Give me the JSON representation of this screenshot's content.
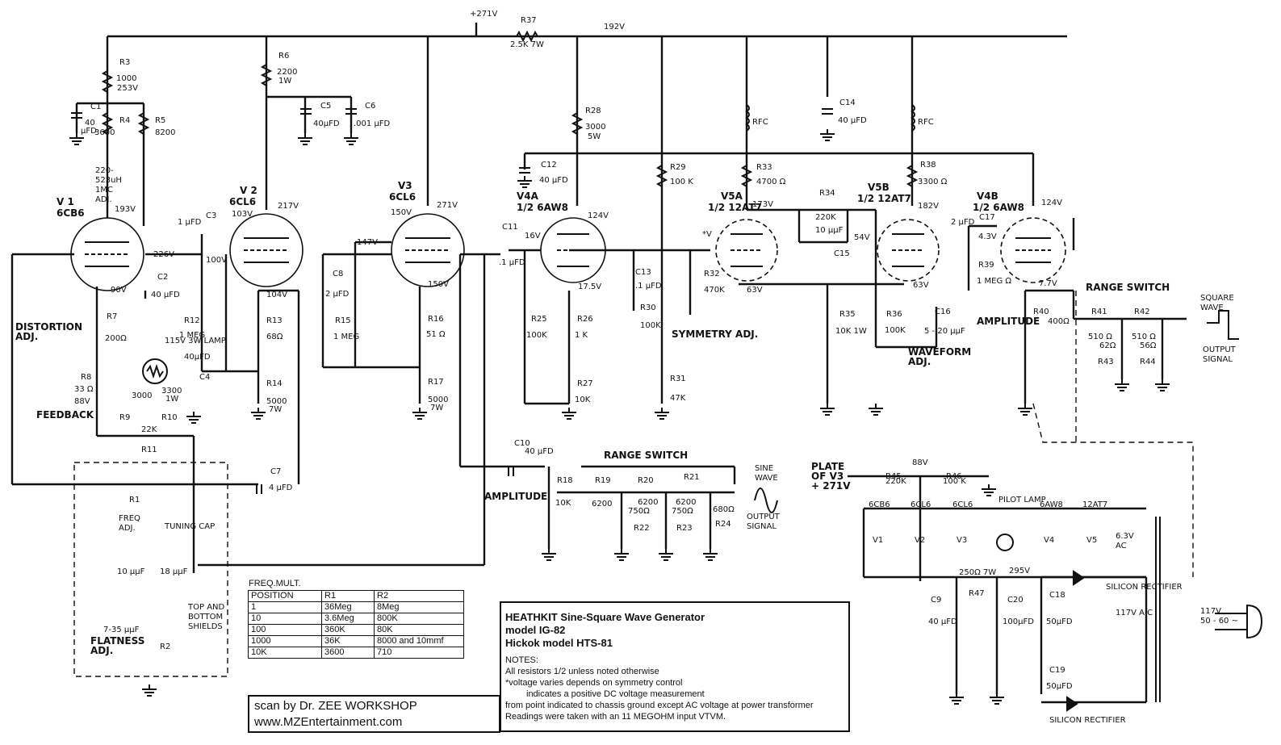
{
  "labels": {
    "v1_name": "V 1",
    "v1_type": "6CB6",
    "v2_name": "V 2",
    "v2_type": "6CL6",
    "v3_name": "V3",
    "v3_type": "6CL6",
    "v4a_name": "V4A",
    "v4a_type": "1/2  6AW8",
    "v5a_name": "V5A",
    "v5a_type": "1/2 12AT7",
    "v5b_name": "V5B",
    "v5b_type": "1/2 12AT7",
    "v4b_name": "V4B",
    "v4b_type": "1/2  6AW8",
    "r3": "R3",
    "r3_val": "1000",
    "r4": "R4",
    "r4_val": "3600",
    "r5": "R5",
    "r5_val": "8200",
    "r6": "R6",
    "r6_val": "2200",
    "r6_w": "1W",
    "r7": "R7",
    "r7_val": "200Ω",
    "r8": "R8",
    "r8_val": "33 Ω",
    "r9": "R9",
    "r9_val": "3000",
    "r10": "R10",
    "r10_val": "3300",
    "r10_w": "1W",
    "r11": "R11",
    "r11_val": "22K",
    "r12": "R12",
    "r12_val": "1 MEG",
    "r13": "R13",
    "r13_val": "68Ω",
    "r14": "R14",
    "r14_val": "5000",
    "r14_w": "7W",
    "r15": "R15",
    "r15_val": "1 MEG",
    "r16": "R16",
    "r16_val": "51 Ω",
    "r17": "R17",
    "r17_val": "5000",
    "r17_w": "7W",
    "r25": "R25",
    "r25_val": "100K",
    "r26": "R26",
    "r26_val": "1 K",
    "r27": "R27",
    "r27_val": "10K",
    "r28": "R28",
    "r28_val": "3000",
    "r28_w": "5W",
    "r29": "R29",
    "r29_val": "100 K",
    "r30": "R30",
    "r30_val": "100K",
    "r31": "R31",
    "r31_val": "47K",
    "r32": "R32",
    "r32_val": "470K",
    "r33": "R33",
    "r33_val": "4700 Ω",
    "r34": "R34",
    "r34_val": "220K",
    "r35": "R35",
    "r35_val": "10K 1W",
    "r36": "R36",
    "r36_val": "100K",
    "r37": "R37",
    "r37_val": "2.5K  7W",
    "r38": "R38",
    "r38_val": "3300 Ω",
    "r39": "R39",
    "r39_val": "1 MEG Ω",
    "r40": "R40",
    "r40_val": "400Ω",
    "r41": "R41",
    "r41_val": "510 Ω",
    "r42": "R42",
    "r42_val": "510 Ω",
    "r43": "R43",
    "r43_val": "62Ω",
    "r44": "R44",
    "r44_val": "56Ω",
    "r45": "R45",
    "r45_val": "220K",
    "r46": "R46",
    "r46_val": "100 K",
    "r47": "R47",
    "r47_val": "250Ω 7W",
    "r18": "R18",
    "r18_val": "10K",
    "r19": "R19",
    "r19_val": "6200",
    "r20": "R20",
    "r20_val": "6200",
    "r21": "R21",
    "r21_val": "6200",
    "r22": "R22",
    "r22_val": "750Ω",
    "r23": "R23",
    "r23_val": "750Ω",
    "r24": "R24",
    "r24_val": "680Ω",
    "r1": "R1",
    "r2": "R2",
    "c1": "C1",
    "c1_val": "40",
    "c1_unit": "µFD",
    "c2": "C2",
    "c2_val": "40 µFD",
    "c3": "C3",
    "c3_val": "1 µFD",
    "c4": "C4",
    "c4_val": "40µFD",
    "c5": "C5",
    "c5_val": "40µFD",
    "c6": "C6",
    "c6_val": ".001 µFD",
    "c7": "C7",
    "c7_val": "4 µFD",
    "c8": "C8",
    "c8_val": "2 µFD",
    "c9": "C9",
    "c9_val": "40 µFD",
    "c10": "C10",
    "c10_val": "40 µFD",
    "c11": "C11",
    "c11_val": ".1 µFD",
    "c12": "C12",
    "c12_val": "40 µFD",
    "c13": "C13",
    "c13_val": ".1 µFD",
    "c14": "C14",
    "c14_val": "40 µFD",
    "c15": "C15",
    "c15_val": "10 µµF",
    "c16": "C16",
    "c16_val": "5 - 20 µµF",
    "c17": "C17",
    "c17_val": "2 µFD",
    "c18": "C18",
    "c18_val": "50µFD",
    "c19": "C19",
    "c19_val": "50µFD",
    "c20": "C20",
    "c20_val": "100µFD",
    "v_271": "+271V",
    "v_192": "192V",
    "v_253": "253V",
    "v_193": "193V",
    "v_226": "226V",
    "v_90": "90V",
    "v_88": "88V",
    "v_103": "103V",
    "v_217": "217V",
    "v_100": "100V",
    "v_104": "104V",
    "v_147": "147V",
    "v_150a": "150V",
    "v_271b": "271V",
    "v_150b": "150V",
    "v_16": "16V",
    "v_124a": "124V",
    "v_175": "17.5V",
    "v_star": "*V",
    "v_173": "173V",
    "v_63a": "63V",
    "v_54": "54V",
    "v_182": "182V",
    "v_63b": "63V",
    "v_43": "4.3V",
    "v_124b": "124V",
    "v_77": "7.7V",
    "v_88b": "88V",
    "v_295": "295V",
    "rfc": "RFC",
    "l1": "220-\n523uH\n1MC\nADJ.",
    "lamp": "115V 3W LAMP",
    "distortion": "DISTORTION\nADJ.",
    "feedback": "FEEDBACK",
    "freq_adj": "FREQ\nADJ.",
    "tuning_cap": "TUNING\nCAP",
    "c_10uuf": "10 µµF",
    "c_18uuf": "18 µµF",
    "c_flat": "7-35 µµF",
    "flatness": "FLATNESS\nADJ.",
    "shields": "TOP AND\nBOTTOM\nSHIELDS",
    "symmetry": "SYMMETRY\nADJ.",
    "waveform": "WAVEFORM\nADJ.",
    "amplitude1": "AMPLITUDE",
    "amplitude2": "AMPLITUDE",
    "range1": "RANGE  SWITCH",
    "range2": "RANGE   SWITCH",
    "square_wave": "SQUARE\nWAVE",
    "sine_wave": "SINE\nWAVE",
    "output_signal1": "OUTPUT\nSIGNAL",
    "output_signal2": "OUTPUT\nSIGNAL",
    "plate_v3": "PLATE\nOF V3\n+ 271V",
    "pilot_lamp": "PILOT\nLAMP",
    "heater_tubes": [
      "6CB6",
      "6CL6",
      "6CL6",
      "6AW8",
      "12AT7"
    ],
    "heater_v": [
      "V1",
      "V2",
      "V3",
      "V4",
      "V5"
    ],
    "heater_ac": "6.3V\nAC",
    "silicon1": "SILICON\nRECTIFIER",
    "silicon2": "SILICON\nRECTIFIER",
    "v117ac": "117V\nA C",
    "mains": "117V\n50 - 60 ~"
  },
  "freq_table": {
    "caption": "FREQ.MULT.",
    "header": [
      "POSITION",
      "R1",
      "R2"
    ],
    "rows": [
      [
        "1",
        "36Meg",
        "8Meg"
      ],
      [
        "10",
        "3.6Meg",
        "800K"
      ],
      [
        "100",
        "360K",
        "80K"
      ],
      [
        "1000",
        "36K",
        "8000 and 10mmf"
      ],
      [
        "10K",
        "3600",
        "710"
      ]
    ]
  },
  "notes": {
    "title1": "HEATHKIT Sine-Square Wave Generator",
    "title2": "model IG-82",
    "title3": "Hickok model HTS-81",
    "heading": "NOTES:",
    "line1": "All resistors 1/2  unless noted otherwise",
    "line2": "*voltage varies depends on symmetry control",
    "line3": "indicates a positive DC voltage measurement",
    "line4": "from point indicated to chassis ground except AC voltage at power transformer",
    "line5": "Readings were taken with an 11 MEGOHM input VTVM."
  },
  "credit": {
    "line1": "scan by Dr. ZEE WORKSHOP",
    "line2": "www.MZEntertainment.com"
  }
}
